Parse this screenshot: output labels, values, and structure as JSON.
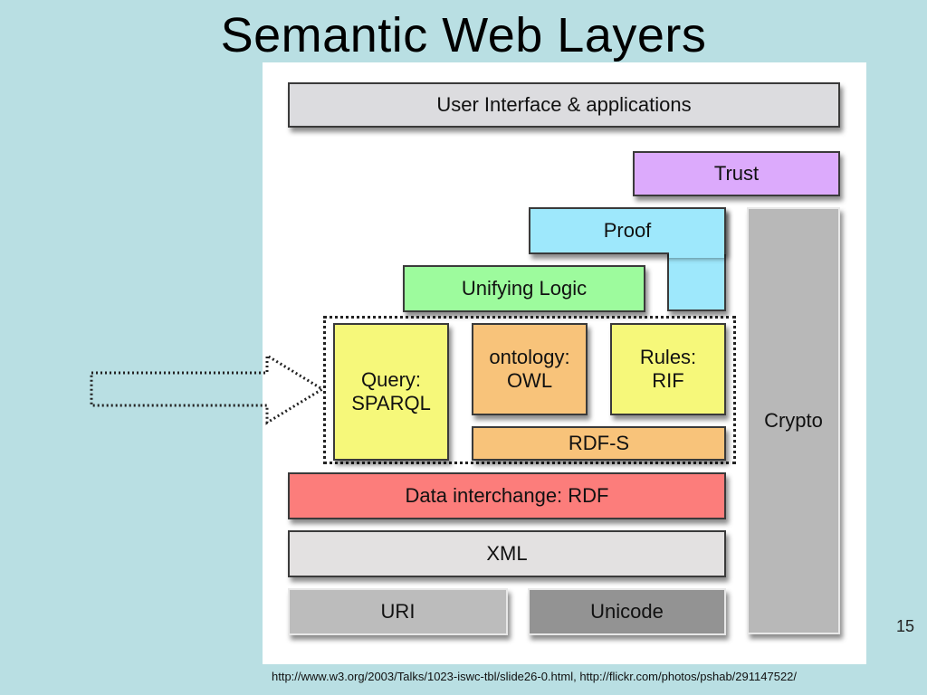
{
  "slide": {
    "title": "Semantic Web Layers",
    "page_number": "15",
    "source_credit": "http://www.w3.org/2003/Talks/1023-iswc-tbl/slide26-0.html, http://flickr.com/photos/pshab/291147522/"
  },
  "diagram": {
    "layers": {
      "user_interface": {
        "label": "User Interface & applications",
        "color": "#dcdcdf"
      },
      "trust": {
        "label": "Trust",
        "color": "#dcaafc"
      },
      "proof": {
        "label": "Proof",
        "color": "#9ee8fc"
      },
      "unifying_logic": {
        "label": "Unifying Logic",
        "color": "#9dfb9d"
      },
      "query": {
        "label_line1": "Query:",
        "label_line2": "SPARQL",
        "color": "#f6f87a"
      },
      "ontology": {
        "label_line1": "ontology:",
        "label_line2": "OWL",
        "color": "#f8c37a"
      },
      "rules": {
        "label_line1": "Rules:",
        "label_line2": "RIF",
        "color": "#f6f87a"
      },
      "rdfs": {
        "label": "RDF-S",
        "color": "#f8c37a"
      },
      "rdf": {
        "label": "Data interchange: RDF",
        "color": "#fc7d7b"
      },
      "xml": {
        "label": "XML",
        "color": "#e3e1e1"
      },
      "uri": {
        "label": "URI",
        "color": "#bcbcbc"
      },
      "unicode": {
        "label": "Unicode",
        "color": "#939393"
      },
      "crypto": {
        "label": "Crypto",
        "color": "#b8b8b8"
      }
    },
    "highlight_arrow": {
      "description": "dotted arrow pointing at query/ontology/rules group"
    }
  }
}
